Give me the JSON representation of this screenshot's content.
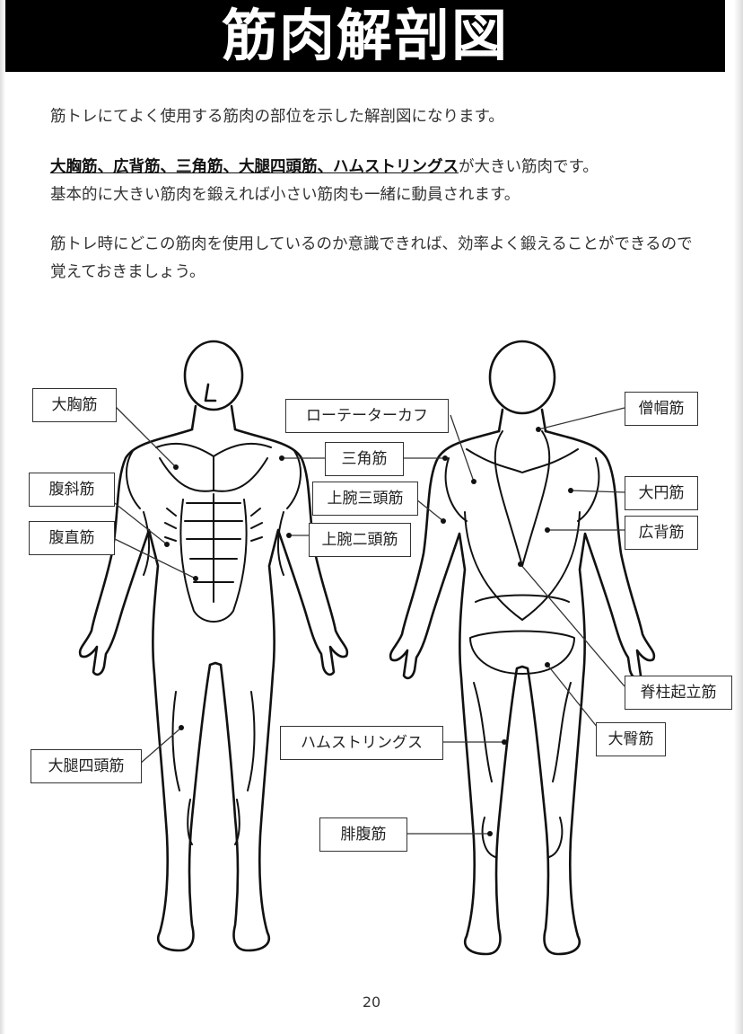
{
  "title": "筋肉解剖図",
  "intro": "筋トレにてよく使用する筋肉の部位を示した解剖図になります。",
  "emphasis": {
    "bold": "大胸筋、広背筋、三角筋、大腿四頭筋、ハムストリングス",
    "rest_line1": "が大きい筋肉です。",
    "line2": "基本的に大きい筋肉を鍛えれば小さい筋肉も一緒に動員されます。"
  },
  "awareness": "筋トレ時にどこの筋肉を使用しているのか意識できれば、効率よく鍛えることができるので覚えておきましょう。",
  "front_labels": {
    "pectoralis": "大胸筋",
    "obliques": "腹斜筋",
    "rectus": "腹直筋",
    "quadriceps": "大腿四頭筋",
    "deltoid": "三角筋",
    "biceps": "上腕二頭筋"
  },
  "back_labels": {
    "rotator_cuff": "ローテーターカフ",
    "triceps": "上腕三頭筋",
    "hamstrings": "ハムストリングス",
    "calf": "腓腹筋",
    "trapezius": "僧帽筋",
    "teres_major": "大円筋",
    "latissimus": "広背筋",
    "erector": "脊柱起立筋",
    "gluteus": "大臀筋"
  },
  "page_number": "20"
}
